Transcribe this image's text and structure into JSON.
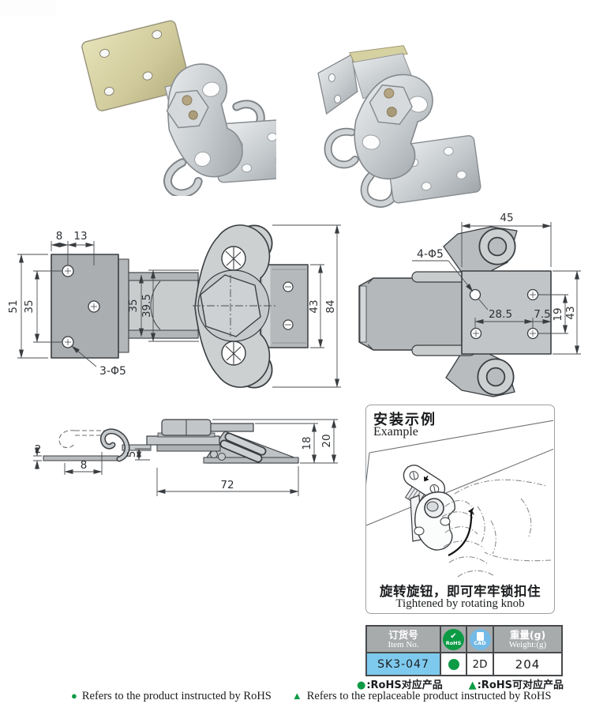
{
  "drawings": {
    "front": {
      "d8": "8",
      "d13": "13",
      "d51": "51",
      "d35_left": "35",
      "d35_neck": "35",
      "d39_5": "39.5",
      "d43": "43",
      "d84": "84",
      "hole_note": "3-Φ5"
    },
    "side": {
      "d45": "45",
      "hole_note": "4-Φ5",
      "d28_5": "28.5",
      "d7_5": "7.5",
      "d19": "19",
      "d43": "43"
    },
    "profile": {
      "d2": "2",
      "d8": "8",
      "d5": "5",
      "d72": "72",
      "d18": "18",
      "d20": "20"
    }
  },
  "example": {
    "title_zh": "安装示例",
    "title_en": "Example",
    "caption_zh": "旋转旋钮，即可牢牢锁扣住",
    "caption_en": "Tightened by rotating knob"
  },
  "table": {
    "headers": {
      "item_zh": "订货号",
      "item_en": "Item No.",
      "rohs_label": "RoHS",
      "cad_label": "CAD",
      "weight_zh": "重量(g)",
      "weight_en": "Weight:(g)"
    },
    "row": {
      "item_no": "SK3-047",
      "cad": "2D",
      "weight": "204"
    },
    "colors": {
      "header_bg": "#a8abac",
      "item_bg": "#7ecaee",
      "rohs_green": "#0c9b44",
      "cad_blue": "#74bae6"
    }
  },
  "legend": {
    "items": [
      {
        "marker": "●",
        "text": ":RoHS对应产品"
      },
      {
        "marker": "▲",
        "text": ":RoHS可对应产品"
      }
    ]
  },
  "footer": {
    "items": [
      {
        "marker": "●",
        "text": "Refers to the product instructed by RoHS"
      },
      {
        "marker": "▲",
        "text": "Refers to the replaceable product instructed by RoHS"
      }
    ]
  }
}
